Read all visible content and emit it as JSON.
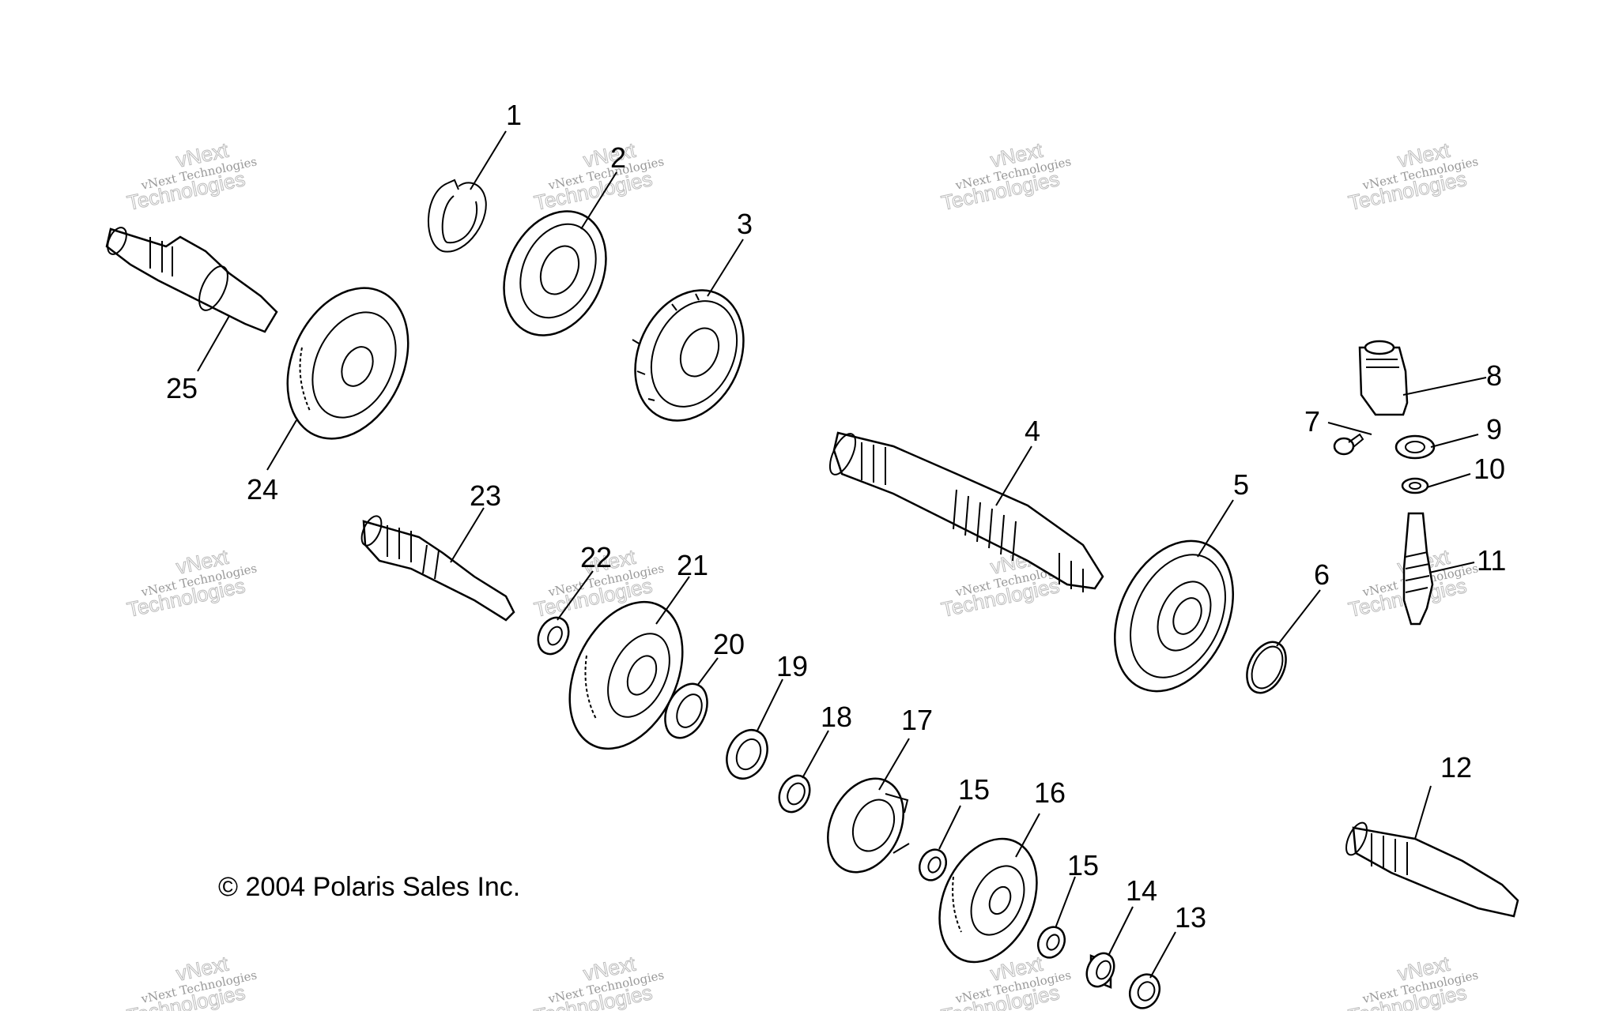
{
  "callouts": [
    "1",
    "2",
    "3",
    "4",
    "5",
    "6",
    "7",
    "8",
    "9",
    "10",
    "11",
    "12",
    "13",
    "14",
    "15",
    "15",
    "16",
    "17",
    "18",
    "19",
    "20",
    "21",
    "22",
    "23",
    "24",
    "25"
  ],
  "copyright": "© 2004 Polaris Sales Inc.",
  "watermark": {
    "line1": "vNext Technologies",
    "line2": "vNext",
    "line3": "Technologies"
  }
}
